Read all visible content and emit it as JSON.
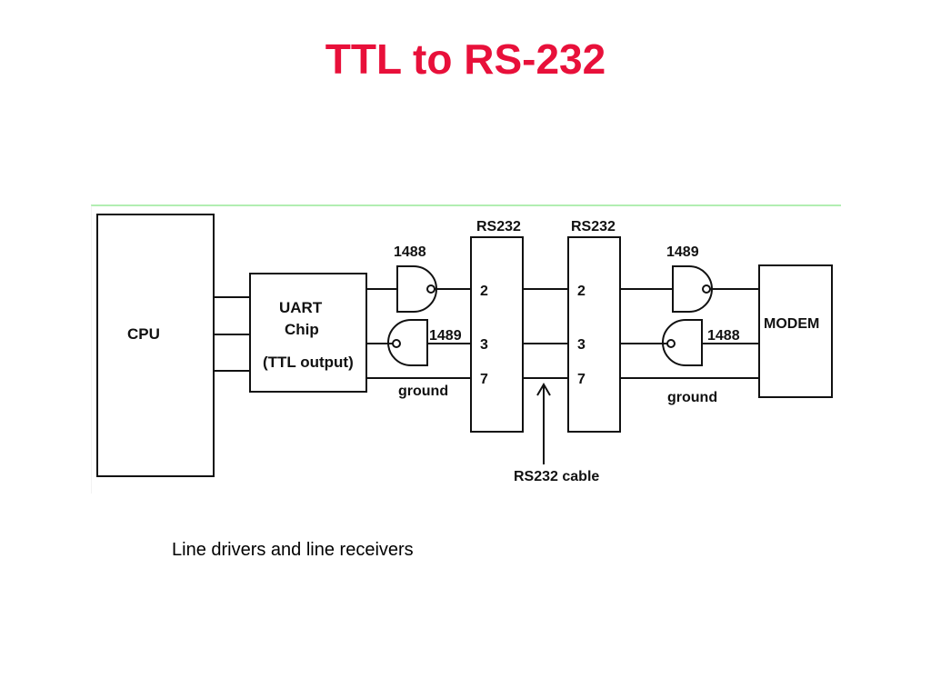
{
  "title": "TTL to RS-232",
  "caption": "Line drivers and line receivers",
  "colors": {
    "title": "#e8103a",
    "frame_line": "#66dd66",
    "ink": "#111111"
  },
  "diagram": {
    "cpu_label": "CPU",
    "uart": {
      "line1": "UART",
      "line2": "Chip",
      "line3": "(TTL output)"
    },
    "left_connector_label": "RS232",
    "right_connector_label": "RS232",
    "pins": {
      "tx": "2",
      "rx": "3",
      "gnd": "7"
    },
    "gates": {
      "left_top": "1488",
      "left_bottom": "1489",
      "right_top": "1489",
      "right_bottom": "1488"
    },
    "ground_left": "ground",
    "ground_right": "ground",
    "modem_label": "MODEM",
    "cable_label": "RS232 cable"
  }
}
